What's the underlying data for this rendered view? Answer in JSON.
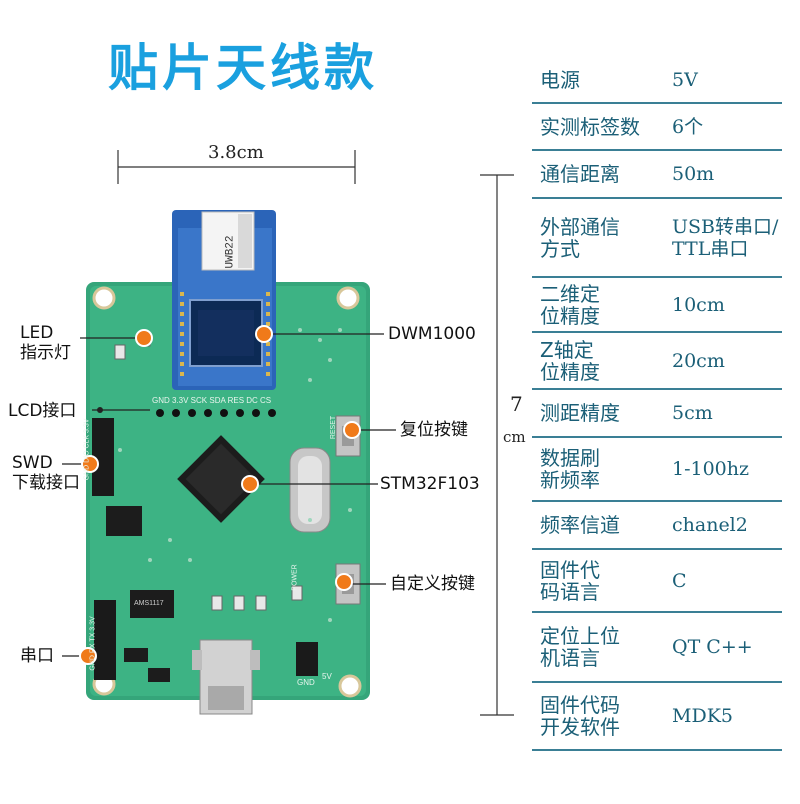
{
  "title": "贴片天线款",
  "dimensions": {
    "width": "3.8cm",
    "height_number": "7",
    "height_unit": "cm"
  },
  "callouts": {
    "led": [
      "LED",
      "指示灯"
    ],
    "lcd": "LCD接口",
    "swd": [
      "SWD",
      "下载接口"
    ],
    "uart": "串口",
    "dwm": "DWM1000",
    "reset": "复位按键",
    "mcu": "STM32F103",
    "custom": "自定义按键"
  },
  "board_labels": {
    "module": "UWB22",
    "header": "GND 3.3V SCK SDA RES DC CS",
    "swd_pins": "GND DIO CLK 3.3V",
    "uart_pins": "GND RX TX 3.3V",
    "chip": "AMS1117",
    "gnd": "GND",
    "v5": "5V",
    "power": "POWER",
    "reset_txt": "RESET"
  },
  "specs": [
    {
      "label": [
        "电源"
      ],
      "value": [
        "5V"
      ]
    },
    {
      "label": [
        "实测标签数"
      ],
      "value": [
        "6个"
      ]
    },
    {
      "label": [
        "通信距离"
      ],
      "value": [
        "50m"
      ]
    },
    {
      "label": [
        "外部通信",
        "方式"
      ],
      "value": [
        "USB转串口/",
        "TTL串口"
      ]
    },
    {
      "label": [
        "二维定",
        "位精度"
      ],
      "value": [
        "10cm"
      ]
    },
    {
      "label": [
        "Z轴定",
        "位精度"
      ],
      "value": [
        "20cm"
      ]
    },
    {
      "label": [
        "测距精度"
      ],
      "value": [
        "5cm"
      ]
    },
    {
      "label": [
        "数据刷",
        "新频率"
      ],
      "value": [
        "1-100hz"
      ]
    },
    {
      "label": [
        "频率信道"
      ],
      "value": [
        "chanel2"
      ]
    },
    {
      "label": [
        "固件代",
        "码语言"
      ],
      "value": [
        "C"
      ]
    },
    {
      "label": [
        "定位上位",
        "机语言"
      ],
      "value": [
        "QT C++"
      ]
    },
    {
      "label": [
        "固件代码",
        "开发软件"
      ],
      "value": [
        "MDK5"
      ]
    }
  ]
}
